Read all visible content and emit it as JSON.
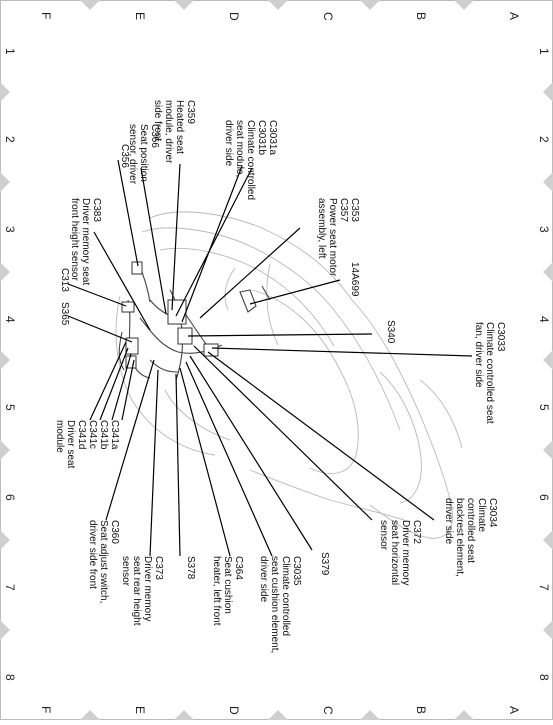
{
  "border": {
    "top_letters": [
      "A",
      "B",
      "C",
      "D",
      "E",
      "F"
    ],
    "bottom_letters": [
      "A",
      "B",
      "C",
      "D",
      "E",
      "F"
    ],
    "left_numbers": [
      "1",
      "2",
      "3",
      "4",
      "5",
      "6",
      "7",
      "8"
    ],
    "right_numbers": [
      "1",
      "2",
      "3",
      "4",
      "5",
      "6",
      "7",
      "8"
    ]
  },
  "callouts": {
    "c3031a": [
      "C3031a",
      "C3031b",
      "Climate controlled",
      "seat module,",
      "driver side"
    ],
    "c359": [
      "C359",
      "Heated seat",
      "module, driver",
      "side front"
    ],
    "c366": [
      "C366",
      "Seat position",
      "sensor, driver"
    ],
    "c356": [
      "C356"
    ],
    "c383": [
      "C383",
      "Driver memory seat",
      "front height sensor"
    ],
    "c313": [
      "C313"
    ],
    "s365": [
      "S365"
    ],
    "c353": [
      "C353",
      "C357",
      "Power seat motor",
      "assembly, left"
    ],
    "a699": [
      "14A699"
    ],
    "s340": [
      "S340"
    ],
    "c3033": [
      "C3033",
      "Climate controlled seat",
      "fan, driver side"
    ],
    "c3034": [
      "C3034",
      "Climate",
      "controlled seat",
      "backrest element,",
      "driver side"
    ],
    "c372": [
      "C372",
      "Driver memory",
      "seat horizontal",
      "sensor"
    ],
    "s379": [
      "S379"
    ],
    "c3035": [
      "C3035",
      "Climate controlled",
      "seat cushion element,",
      "driver side"
    ],
    "c364": [
      "C364",
      "Seat cushion",
      "heater, left front"
    ],
    "s378": [
      "S378"
    ],
    "c373": [
      "C373",
      "Driver memory",
      "seat rear height",
      "sensor"
    ],
    "c360": [
      "C360",
      "Seat adjust switch,",
      "driver side front"
    ],
    "c341": [
      "C341a",
      "C341b",
      "C341c",
      "C341d",
      "Driver seat",
      "module"
    ]
  }
}
